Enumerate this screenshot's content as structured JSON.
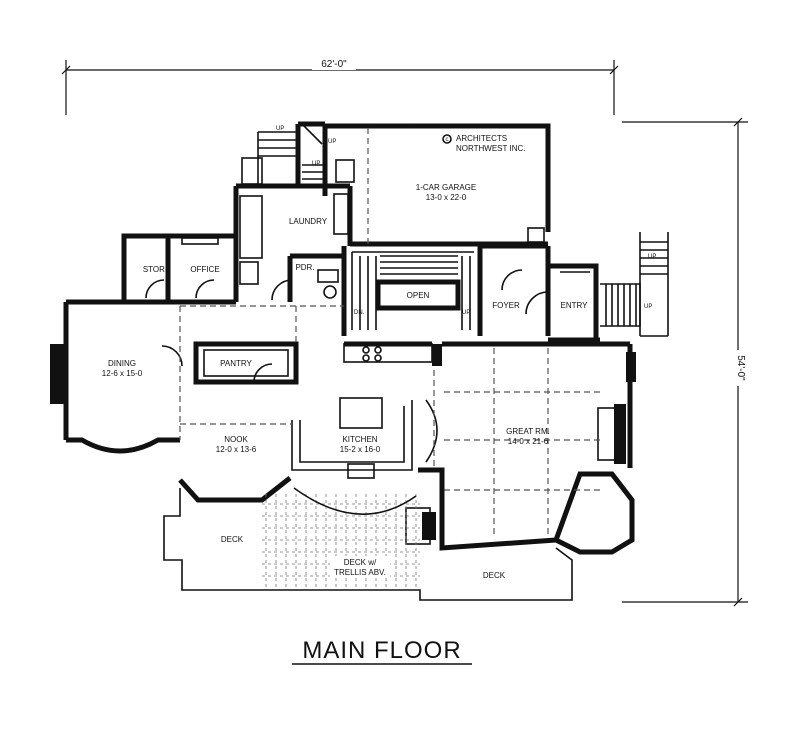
{
  "dimensions": {
    "width": "62'-0\"",
    "depth": "54'-0\""
  },
  "copyright": {
    "symbol": "c",
    "line1": "ARCHITECTS",
    "line2": "NORTHWEST INC."
  },
  "rooms": {
    "garage": {
      "name": "1-CAR GARAGE",
      "size": "13-0 x 22-0"
    },
    "laundry": {
      "name": "LAUNDRY"
    },
    "stor": {
      "name": "STOR."
    },
    "office": {
      "name": "OFFICE"
    },
    "pdr": {
      "name": "PDR."
    },
    "open": {
      "name": "OPEN"
    },
    "foyer": {
      "name": "FOYER"
    },
    "entry": {
      "name": "ENTRY"
    },
    "dining": {
      "name": "DINING",
      "size": "12-6 x 15-0"
    },
    "pantry": {
      "name": "PANTRY"
    },
    "nook": {
      "name": "NOOK",
      "size": "12-0 x 13-6"
    },
    "kitchen": {
      "name": "KITCHEN",
      "size": "15-2 x 16-0"
    },
    "great_rm": {
      "name": "GREAT RM.",
      "size": "14-0 x 21-6"
    },
    "deck_left": {
      "name": "DECK"
    },
    "deck_trellis": {
      "line1": "DECK w/",
      "line2": "TRELLIS ABV."
    },
    "deck_right": {
      "name": "DECK"
    }
  },
  "stair_labels": {
    "up": "UP",
    "dn": "DN."
  },
  "title": "MAIN FLOOR"
}
